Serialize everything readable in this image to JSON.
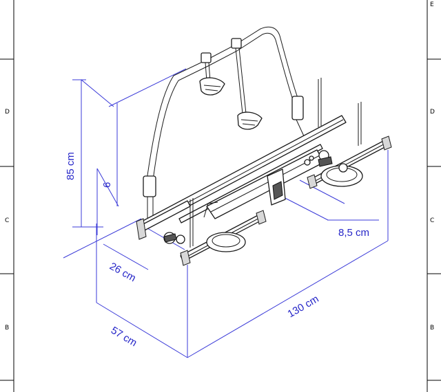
{
  "border": {
    "zone_letters_left": [
      "D",
      "C",
      "B"
    ],
    "zone_letters_right": [
      "E",
      "D",
      "C",
      "B"
    ]
  },
  "dimensions": {
    "height_total": "85 cm",
    "height_small": "6",
    "rail_depth": "26 cm",
    "rail_offset": "8,5 cm",
    "width": "130 cm",
    "depth": "57 cm"
  },
  "colors": {
    "dimension_lines": "#3a3ad8",
    "drawing_lines": "#1a1a1a"
  }
}
